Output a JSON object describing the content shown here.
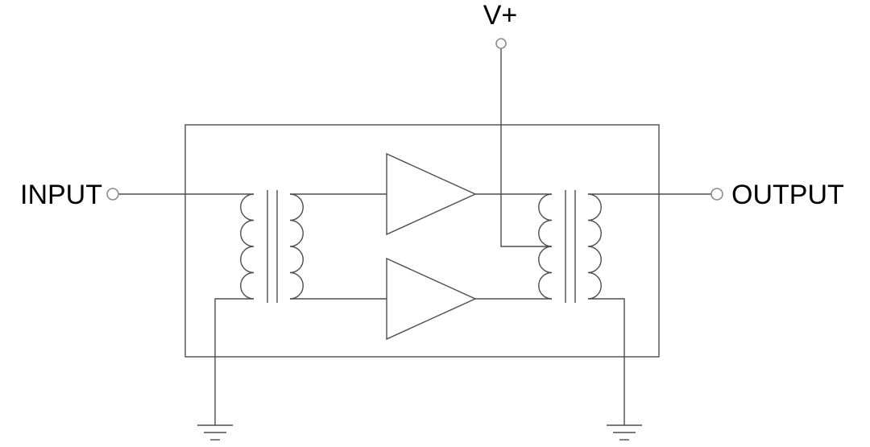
{
  "labels": {
    "input": "INPUT",
    "output": "OUTPUT",
    "supply": "V+"
  },
  "colors": {
    "line": "#4d4d4d",
    "terminal": "#8c8c8c",
    "text": "#000000",
    "background": "#ffffff"
  }
}
